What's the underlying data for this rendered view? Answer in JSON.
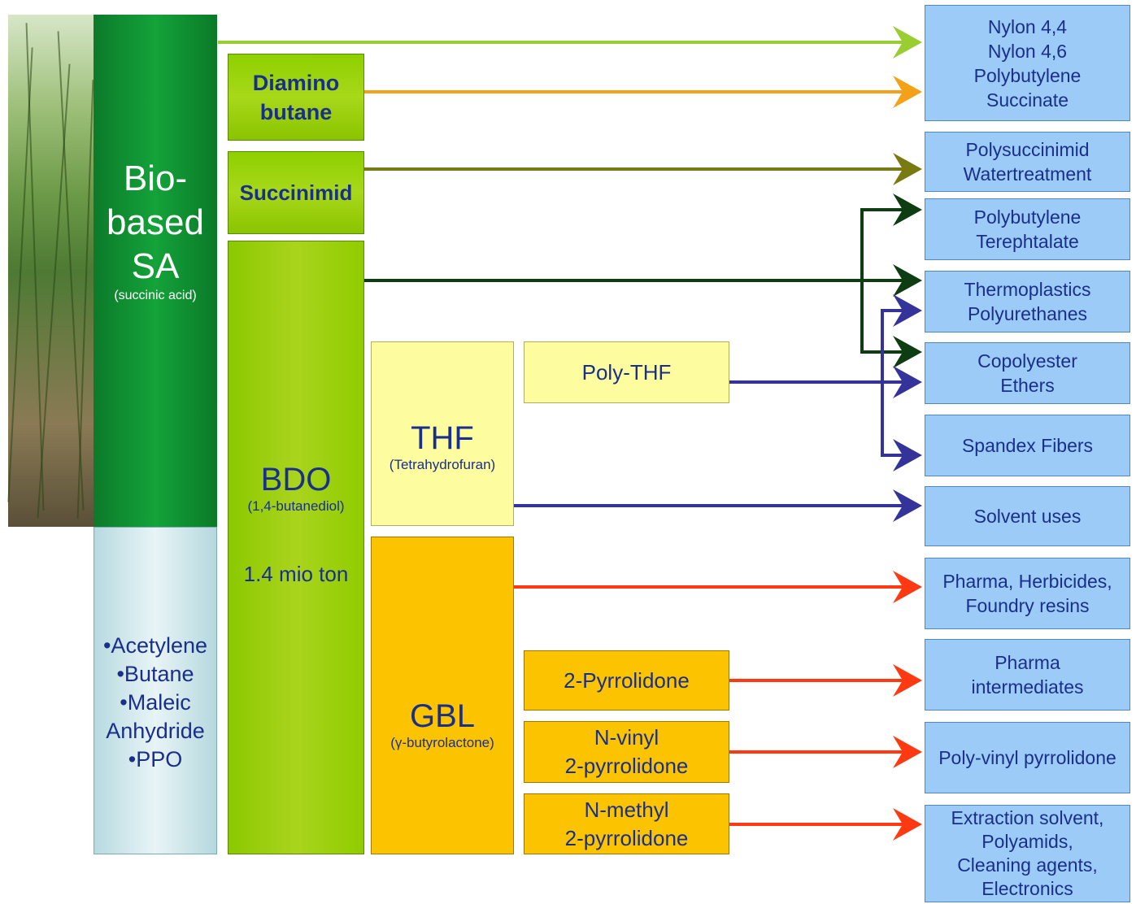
{
  "sources": {
    "biobased": {
      "l1": "Bio-",
      "l2": "based",
      "l3": "SA",
      "sub": "(succinic acid)"
    },
    "fossil": [
      "•Acetylene",
      "•Butane",
      "•Maleic",
      "Anhydride",
      "•PPO"
    ]
  },
  "intermediates": {
    "diamino": [
      "Diamino",
      "butane"
    ],
    "succinimid": "Succinimid",
    "bdo": {
      "name": "BDO",
      "sub": "(1,4-butanediol)",
      "volume": "1.4 mio ton"
    },
    "thf": {
      "name": "THF",
      "sub": "(Tetrahydrofuran)"
    },
    "gbl": {
      "name": "GBL",
      "sub": "(γ-butyrolactone)"
    },
    "polythf": "Poly-THF",
    "pyrrolidone": "2-Pyrrolidone",
    "nvinyl": [
      "N-vinyl",
      "2-pyrrolidone"
    ],
    "nmethyl": [
      "N-methyl",
      "2-pyrrolidone"
    ]
  },
  "products": {
    "nylon": [
      "Nylon 4,4",
      "Nylon 4,6",
      "Polybutylene",
      "Succinate"
    ],
    "polysuccinimid": [
      "Polysuccinimid",
      "Watertreatment"
    ],
    "pbt": [
      "Polybutylene",
      "Terephtalate"
    ],
    "tpu": [
      "Thermoplastics",
      "Polyurethanes"
    ],
    "copolyester": [
      "Copolyester",
      "Ethers"
    ],
    "spandex": "Spandex Fibers",
    "solvent": "Solvent uses",
    "pharma_herb": [
      "Pharma, Herbicides,",
      "Foundry resins"
    ],
    "pharma_int": [
      "Pharma",
      "intermediates"
    ],
    "pvp": "Poly-vinyl pyrrolidone",
    "extraction": [
      "Extraction solvent,",
      "Polyamids,",
      "Cleaning agents,",
      "Electronics"
    ]
  },
  "colors": {
    "lime": "#9acd32",
    "orange": "#f4a11a",
    "olive": "#7a7a12",
    "darkgreen": "#0f3d12",
    "navy": "#33339a",
    "red": "#ff3a12"
  }
}
